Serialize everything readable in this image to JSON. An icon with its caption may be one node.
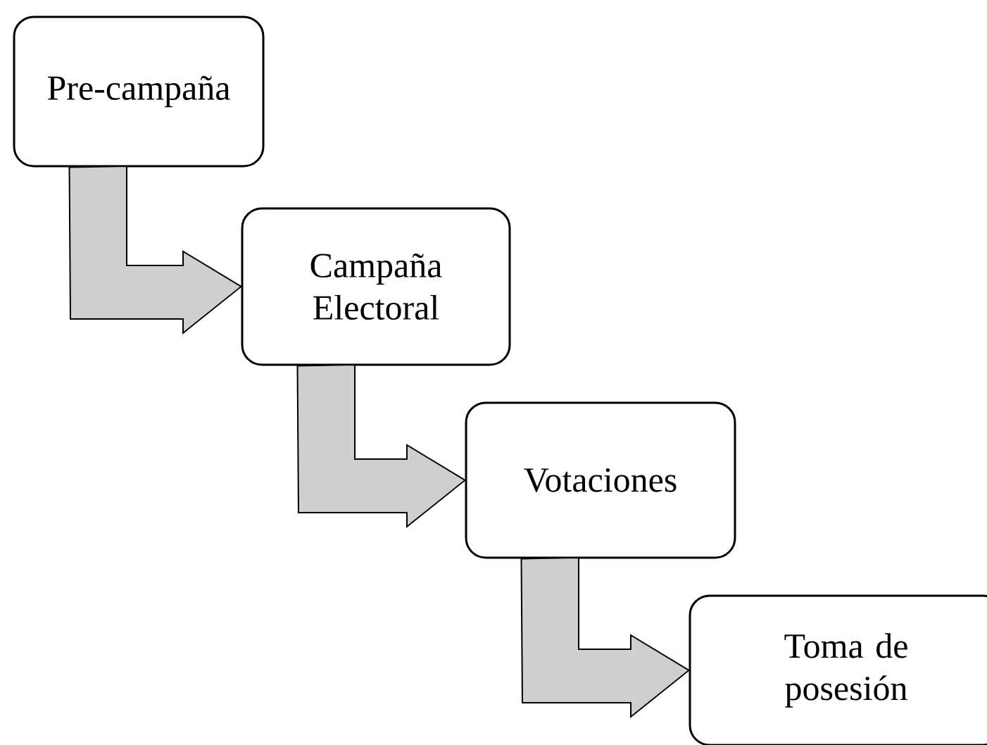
{
  "diagram": {
    "nodes": [
      {
        "text": [
          "Pre-campaña"
        ]
      },
      {
        "text": [
          "Campaña Electoral"
        ]
      },
      {
        "text": [
          "Votaciones"
        ]
      },
      {
        "text": [
          "Toma de posesión"
        ]
      }
    ],
    "edges": [
      {
        "from": 0,
        "to": 1,
        "arrow": "to"
      },
      {
        "from": 1,
        "to": 2,
        "arrow": "to"
      },
      {
        "from": 2,
        "to": 3,
        "arrow": "to"
      }
    ]
  }
}
